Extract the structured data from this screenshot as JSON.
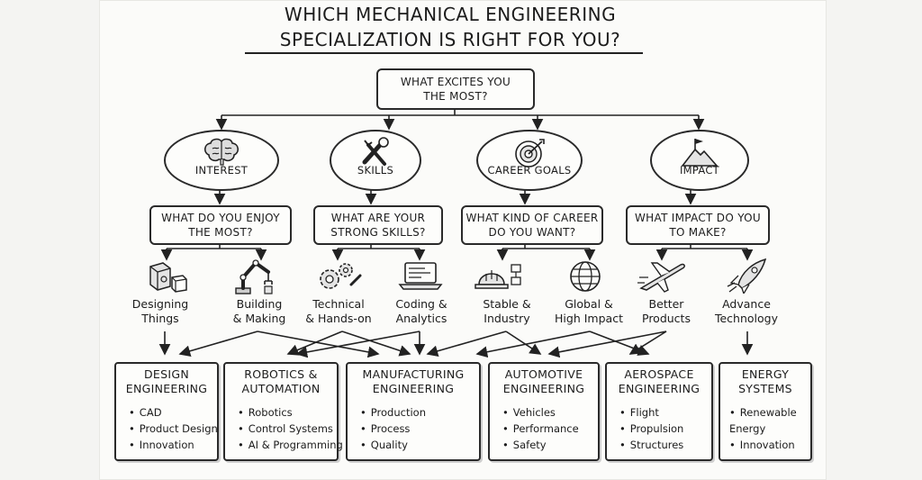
{
  "title": {
    "line1": "WHICH MECHANICAL ENGINEERING",
    "line2": "SPECIALIZATION IS RIGHT FOR YOU?"
  },
  "root_question": {
    "line1": "WHAT EXCITES YOU",
    "line2": "THE MOST?"
  },
  "categories": [
    {
      "label": "INTEREST",
      "icon": "brain-icon",
      "question": {
        "line1": "WHAT DO YOU ENJOY",
        "line2": "THE MOST?"
      }
    },
    {
      "label": "SKILLS",
      "icon": "tools-icon",
      "question": {
        "line1": "WHAT ARE YOUR",
        "line2": "STRONG SKILLS?"
      }
    },
    {
      "label": "CAREER GOALS",
      "icon": "target-icon",
      "question": {
        "line1": "WHAT KIND OF CAREER",
        "line2": "DO YOU WANT?"
      }
    },
    {
      "label": "IMPACT",
      "icon": "mountain-flag-icon",
      "question": {
        "line1": "WHAT IMPACT DO YOU",
        "line2": "TO MAKE?"
      }
    }
  ],
  "options": [
    {
      "line1": "Designing",
      "line2": "Things",
      "icon": "cubes-icon"
    },
    {
      "line1": "Building",
      "line2": "& Making",
      "icon": "robot-arm-icon"
    },
    {
      "line1": "Technical",
      "line2": "& Hands-on",
      "icon": "gears-icon"
    },
    {
      "line1": "Coding &",
      "line2": "Analytics",
      "icon": "laptop-icon"
    },
    {
      "line1": "Stable &",
      "line2": "Industry",
      "icon": "hardhat-icon"
    },
    {
      "line1": "Global &",
      "line2": "High Impact",
      "icon": "globe-icon"
    },
    {
      "line1": "Better",
      "line2": "Products",
      "icon": "airplane-icon"
    },
    {
      "line1": "Advance",
      "line2": "Technology",
      "icon": "rocket-icon"
    }
  ],
  "specializations": [
    {
      "line1": "DESIGN",
      "line2": "ENGINEERING",
      "items": [
        "CAD",
        "Product Design",
        "Innovation"
      ]
    },
    {
      "line1": "ROBOTICS &",
      "line2": "AUTOMATION",
      "items": [
        "Robotics",
        "Control Systems",
        "AI & Programming"
      ]
    },
    {
      "line1": "MANUFACTURING",
      "line2": "ENGINEERING",
      "items": [
        "Production",
        "Process",
        "Quality"
      ]
    },
    {
      "line1": "AUTOMOTIVE",
      "line2": "ENGINEERING",
      "items": [
        "Vehicles",
        "Performance",
        "Safety"
      ]
    },
    {
      "line1": "AEROSPACE",
      "line2": "ENGINEERING",
      "items": [
        "Flight",
        "Propulsion",
        "Structures"
      ]
    },
    {
      "line1": "ENERGY",
      "line2": "SYSTEMS",
      "items": [
        "Renewable Energy",
        "Innovation"
      ]
    }
  ],
  "colors": {
    "ink": "#1c1c1c",
    "paper": "#fbfbf9",
    "background": "#f4f4f2"
  }
}
